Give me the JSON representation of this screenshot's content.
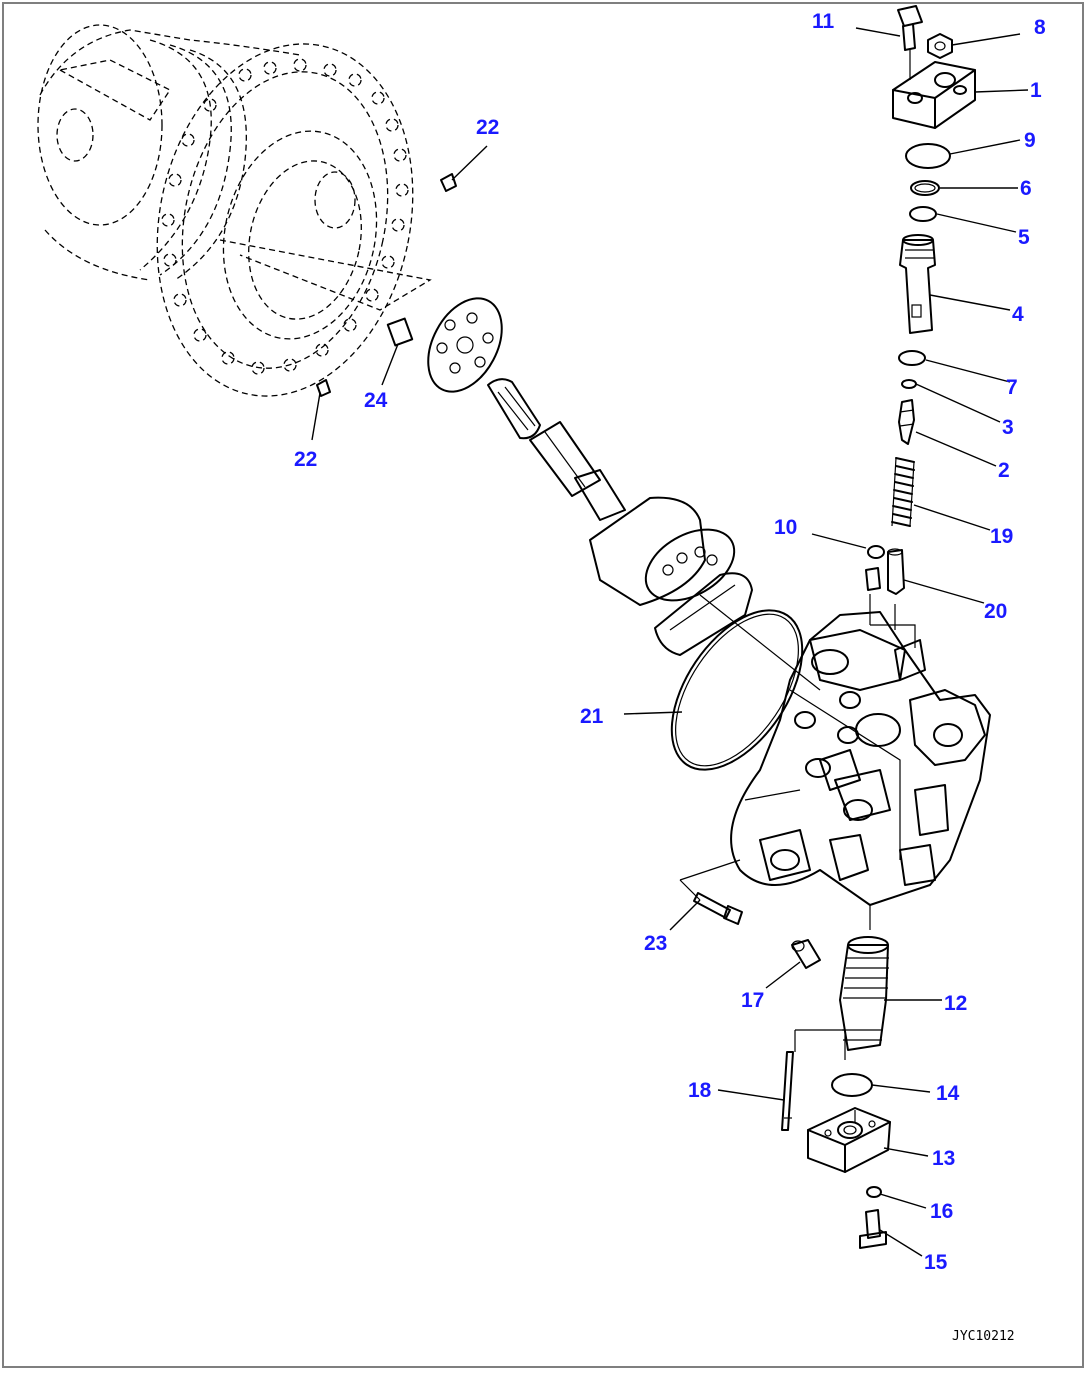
{
  "diagram": {
    "drawing_code": "JYC10212",
    "callouts": [
      {
        "id": "c11",
        "text": "11"
      },
      {
        "id": "c8",
        "text": "8"
      },
      {
        "id": "c1",
        "text": "1"
      },
      {
        "id": "c9",
        "text": "9"
      },
      {
        "id": "c6",
        "text": "6"
      },
      {
        "id": "c5",
        "text": "5"
      },
      {
        "id": "c4",
        "text": "4"
      },
      {
        "id": "c7",
        "text": "7"
      },
      {
        "id": "c3",
        "text": "3"
      },
      {
        "id": "c2",
        "text": "2"
      },
      {
        "id": "c19",
        "text": "19"
      },
      {
        "id": "c10",
        "text": "10"
      },
      {
        "id": "c20",
        "text": "20"
      },
      {
        "id": "c21",
        "text": "21"
      },
      {
        "id": "c22a",
        "text": "22"
      },
      {
        "id": "c22b",
        "text": "22"
      },
      {
        "id": "c24",
        "text": "24"
      },
      {
        "id": "c23",
        "text": "23"
      },
      {
        "id": "c17",
        "text": "17"
      },
      {
        "id": "c12",
        "text": "12"
      },
      {
        "id": "c18",
        "text": "18"
      },
      {
        "id": "c14",
        "text": "14"
      },
      {
        "id": "c13",
        "text": "13"
      },
      {
        "id": "c16",
        "text": "16"
      },
      {
        "id": "c15",
        "text": "15"
      }
    ]
  }
}
